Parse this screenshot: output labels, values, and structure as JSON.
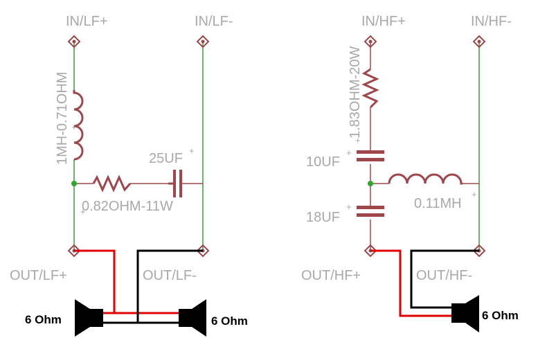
{
  "colors": {
    "label": "#a8a8a8",
    "component": "#a0464a",
    "net": "#3a9a3a",
    "positive_wire": "#e00000",
    "negative_wire": "#000000",
    "junction": "#2aa82a"
  },
  "lf": {
    "in_pos": "IN/LF+",
    "in_neg": "IN/LF-",
    "out_pos": "OUT/LF+",
    "out_neg": "OUT/LF-",
    "inductor": "1MH-0.71OHM",
    "resistor": "0.82OHM-11W",
    "capacitor": "25UF"
  },
  "hf": {
    "in_pos": "IN/HF+",
    "in_neg": "IN/HF-",
    "out_pos": "OUT/HF+",
    "out_neg": "OUT/HF-",
    "resistor": "1.83OHM-20W",
    "cap_top": "10UF",
    "cap_bottom": "18UF",
    "inductor": "0.11MH"
  },
  "speakers": {
    "left": "6 Ohm",
    "right": "6 Ohm",
    "hf": "6 Ohm"
  },
  "plus_mark": "+"
}
